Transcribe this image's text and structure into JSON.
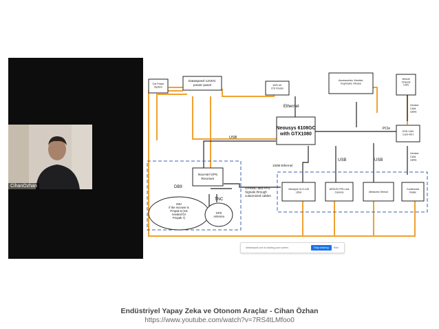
{
  "participant": {
    "name": "CihanOzhan"
  },
  "diagram": {
    "car_power": "Car Power\nSystem",
    "dataspeed": "Dataspeed 12VDC\npower panel",
    "wifi": "WiFi 4G\nLTE Router",
    "accessories": "Accessories: Monitor,\nKeyboard, Mouse",
    "vehicle_can": "Vehicle\nChassis\nCAN",
    "ethernet": "Ethernet",
    "pcie": "PCIe",
    "vendor_can_1": "Vendor\nCAN\ncable",
    "esd_can": "ESD CAN\nCard 4CH",
    "vendor_can_2": "Vendor\nCAN\ncable",
    "neousys": "Neousys 6108GC\nwith GTX1080",
    "usb_left": "USB",
    "ethernet_100m": "100M Ethernet",
    "usb_middle": "USB",
    "usb_right": "USB",
    "gps_receiver": "NovAtel GPS\nReceiver",
    "db9": "DB9",
    "imu": "IMU\nif the receiver is\nPropak 6 (not\nneeded for\nPropak 7)",
    "tnc": "TNC",
    "gps_antenna": "GPS\nAntenna",
    "gprmc": "GPRMC and PPS\nSignals through\ncustomized cables",
    "lidar": "Velodyne VLS-128\nLiDar",
    "camera": "ARGUS FPD-Link\nCamera",
    "ultrasonic": "Ultrasonic Sensor",
    "radar": "Continental\nRadar"
  },
  "share_bar": {
    "text": "streamyard.com is sharing your screen.",
    "stop_label": "Stop sharing",
    "hide_label": "Hide"
  },
  "caption": {
    "title": "Endüstriyel Yapay Zeka ve Otonom Araçlar - Cihan Özhan",
    "url": "https://www.youtube.com/watch?v=7RS4tLMfoo0"
  },
  "colors": {
    "power_line": "#f0a030",
    "signal_line": "#222222",
    "dashed_box": "#3b5fb0",
    "stop_button": "#1a73e8"
  }
}
